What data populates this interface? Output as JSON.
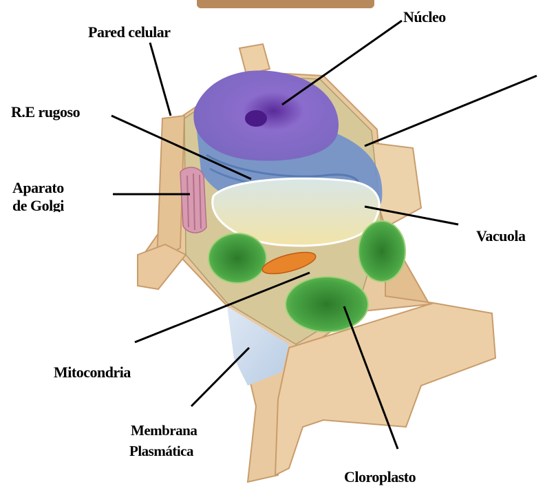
{
  "diagram": {
    "labels": {
      "pared_celular": "Pared celular",
      "nucleo": "Núcleo",
      "re_rugoso": "R.E rugoso",
      "aparato_golgi_1": "Aparato",
      "aparato_golgi_2": "de Golgi",
      "vacuola": "Vacuola",
      "mitocondria": "Mitocondria",
      "membrana_1": "Membrana",
      "membrana_2": "Plasmática",
      "cloroplasto": "Cloroplasto"
    },
    "colors": {
      "wall": "#e9c9a0",
      "wall_dark": "#c99c6b",
      "nucleus": "#7b5bb8",
      "er": "#6f90cc",
      "vacuole": "#f1e7b8",
      "chloroplast": "#3c9a3a",
      "mitochondria": "#e8842a",
      "golgi": "#d79ab0",
      "leader_line": "#000000"
    }
  }
}
